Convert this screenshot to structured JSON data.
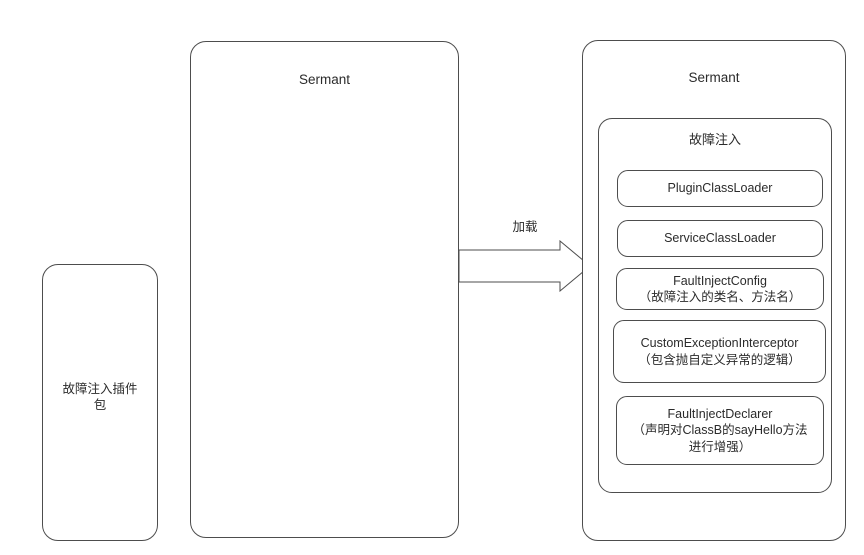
{
  "diagram": {
    "title": "Sermant fault injection plugin loading diagram",
    "colors": {
      "stroke": "#4d4d4d",
      "text": "#2b2b2b",
      "background": "#ffffff"
    }
  },
  "plugin_package": {
    "label": "故障注入插件\n包"
  },
  "sermant_before": {
    "label": "Sermant"
  },
  "arrow": {
    "label": "加载"
  },
  "sermant_after": {
    "label": "Sermant"
  },
  "fault_inject": {
    "label": "故障注入",
    "components": [
      {
        "title": "PluginClassLoader",
        "note": ""
      },
      {
        "title": "ServiceClassLoader",
        "note": ""
      },
      {
        "title": "FaultInjectConfig",
        "note": "（故障注入的类名、方法名）"
      },
      {
        "title": "CustomExceptionInterceptor",
        "note": "（包含抛自定义异常的逻辑）"
      },
      {
        "title": "FaultInjectDeclarer",
        "note": "（声明对ClassB的sayHello方法\n进行增强）"
      }
    ]
  }
}
